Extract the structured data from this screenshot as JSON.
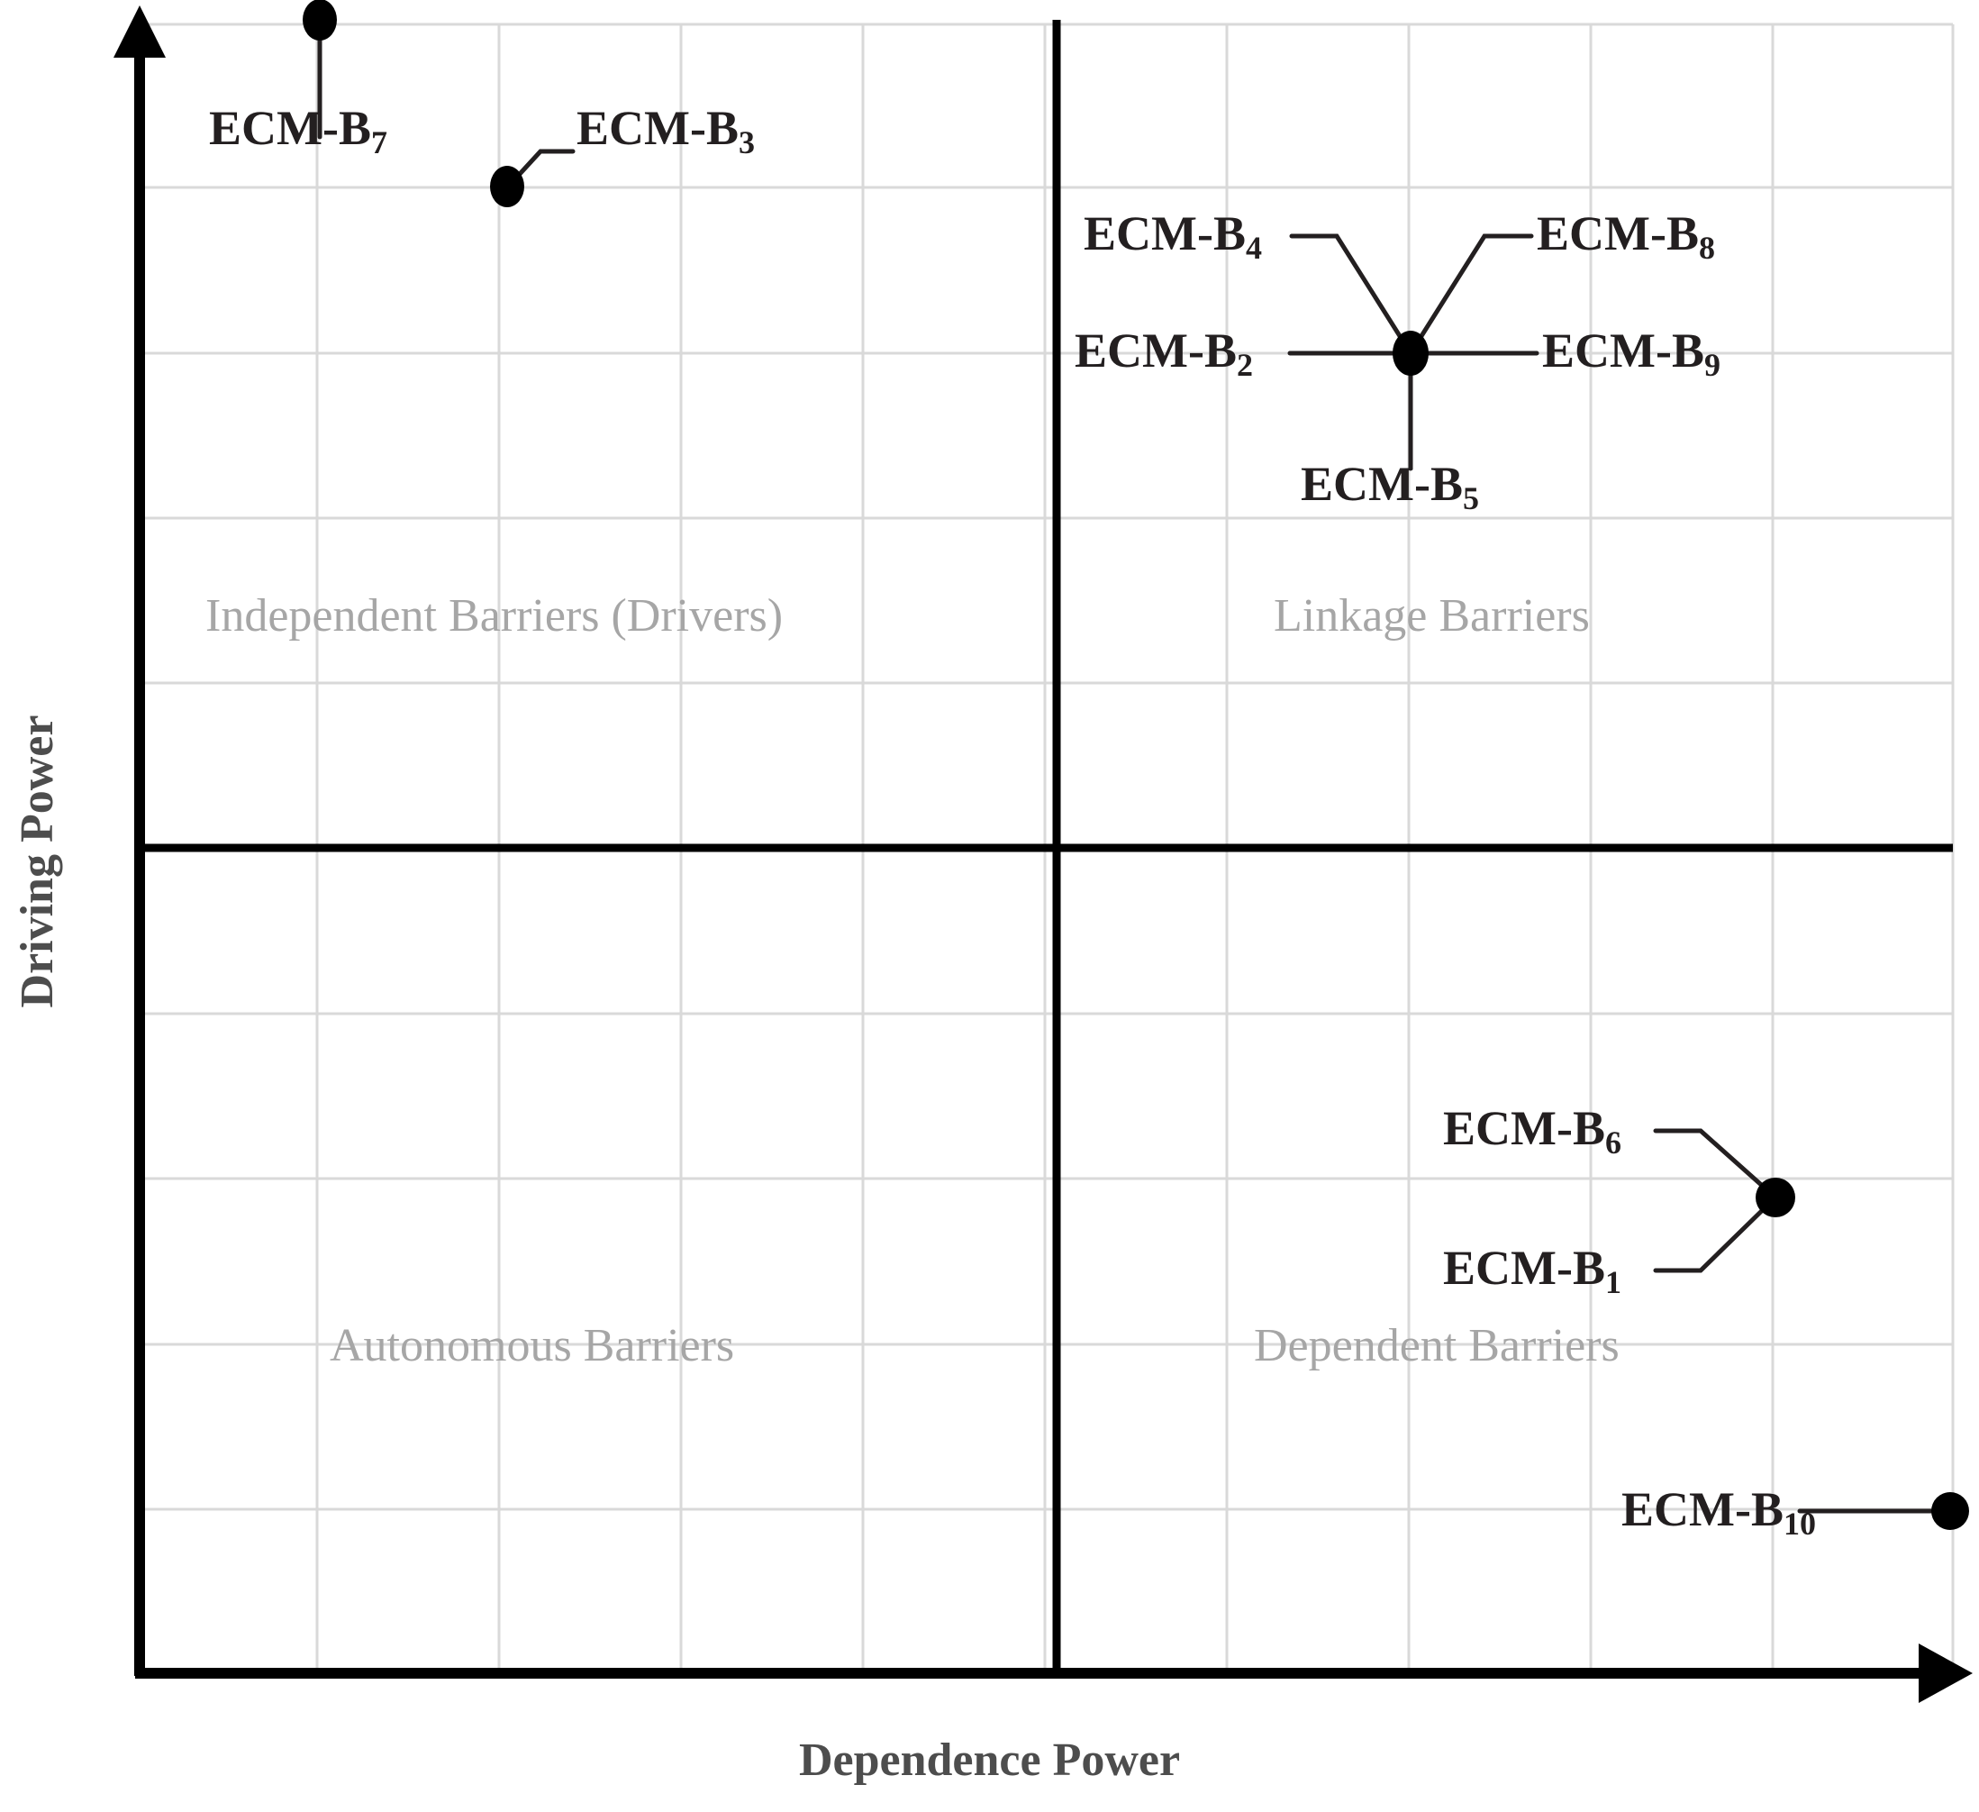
{
  "axes": {
    "x_title": "Dependence Power",
    "y_title": "Driving Power",
    "axis_color": "#000000",
    "grid_color": "#d9d9d9"
  },
  "quadrants": [
    {
      "key": "independent",
      "label": "Independent Barriers (Drivers)"
    },
    {
      "key": "linkage",
      "label": "Linkage Barriers"
    },
    {
      "key": "autonomous",
      "label": "Autonomous Barriers"
    },
    {
      "key": "dependent",
      "label": "Dependent Barriers"
    }
  ],
  "labels": {
    "b7": {
      "base": "ECM-B",
      "sub": "7"
    },
    "b3": {
      "base": "ECM-B",
      "sub": "3"
    },
    "b4": {
      "base": "ECM-B",
      "sub": "4"
    },
    "b8": {
      "base": "ECM-B",
      "sub": "8"
    },
    "b2": {
      "base": "ECM-B",
      "sub": "2"
    },
    "b9": {
      "base": "ECM-B",
      "sub": "9"
    },
    "b5": {
      "base": "ECM-B",
      "sub": "5"
    },
    "b6": {
      "base": "ECM-B",
      "sub": "6"
    },
    "b1": {
      "base": "ECM-B",
      "sub": "1"
    },
    "b10": {
      "base": "ECM-B",
      "sub": "10"
    }
  },
  "chart_data": {
    "type": "scatter",
    "title": "",
    "xlabel": "Dependence Power",
    "ylabel": "Driving Power",
    "xlim": [
      0,
      10
    ],
    "ylim": [
      0,
      9
    ],
    "grid": true,
    "legend": "none",
    "quadrant_split": {
      "x": 5,
      "y": 4.5
    },
    "quadrant_names": {
      "top_left": "Independent Barriers (Drivers)",
      "top_right": "Linkage Barriers",
      "bottom_left": "Autonomous Barriers",
      "bottom_right": "Dependent Barriers"
    },
    "points": [
      {
        "labels": [
          "ECM-B7"
        ],
        "x": 1,
        "y": 9,
        "quadrant": "top_left"
      },
      {
        "labels": [
          "ECM-B3"
        ],
        "x": 2,
        "y": 8,
        "quadrant": "top_left"
      },
      {
        "labels": [
          "ECM-B4",
          "ECM-B8",
          "ECM-B2",
          "ECM-B9",
          "ECM-B5"
        ],
        "x": 7,
        "y": 7,
        "quadrant": "top_right"
      },
      {
        "labels": [
          "ECM-B6",
          "ECM-B1"
        ],
        "x": 9,
        "y": 3,
        "quadrant": "bottom_right"
      },
      {
        "labels": [
          "ECM-B10"
        ],
        "x": 10,
        "y": 1,
        "quadrant": "bottom_right"
      }
    ]
  }
}
